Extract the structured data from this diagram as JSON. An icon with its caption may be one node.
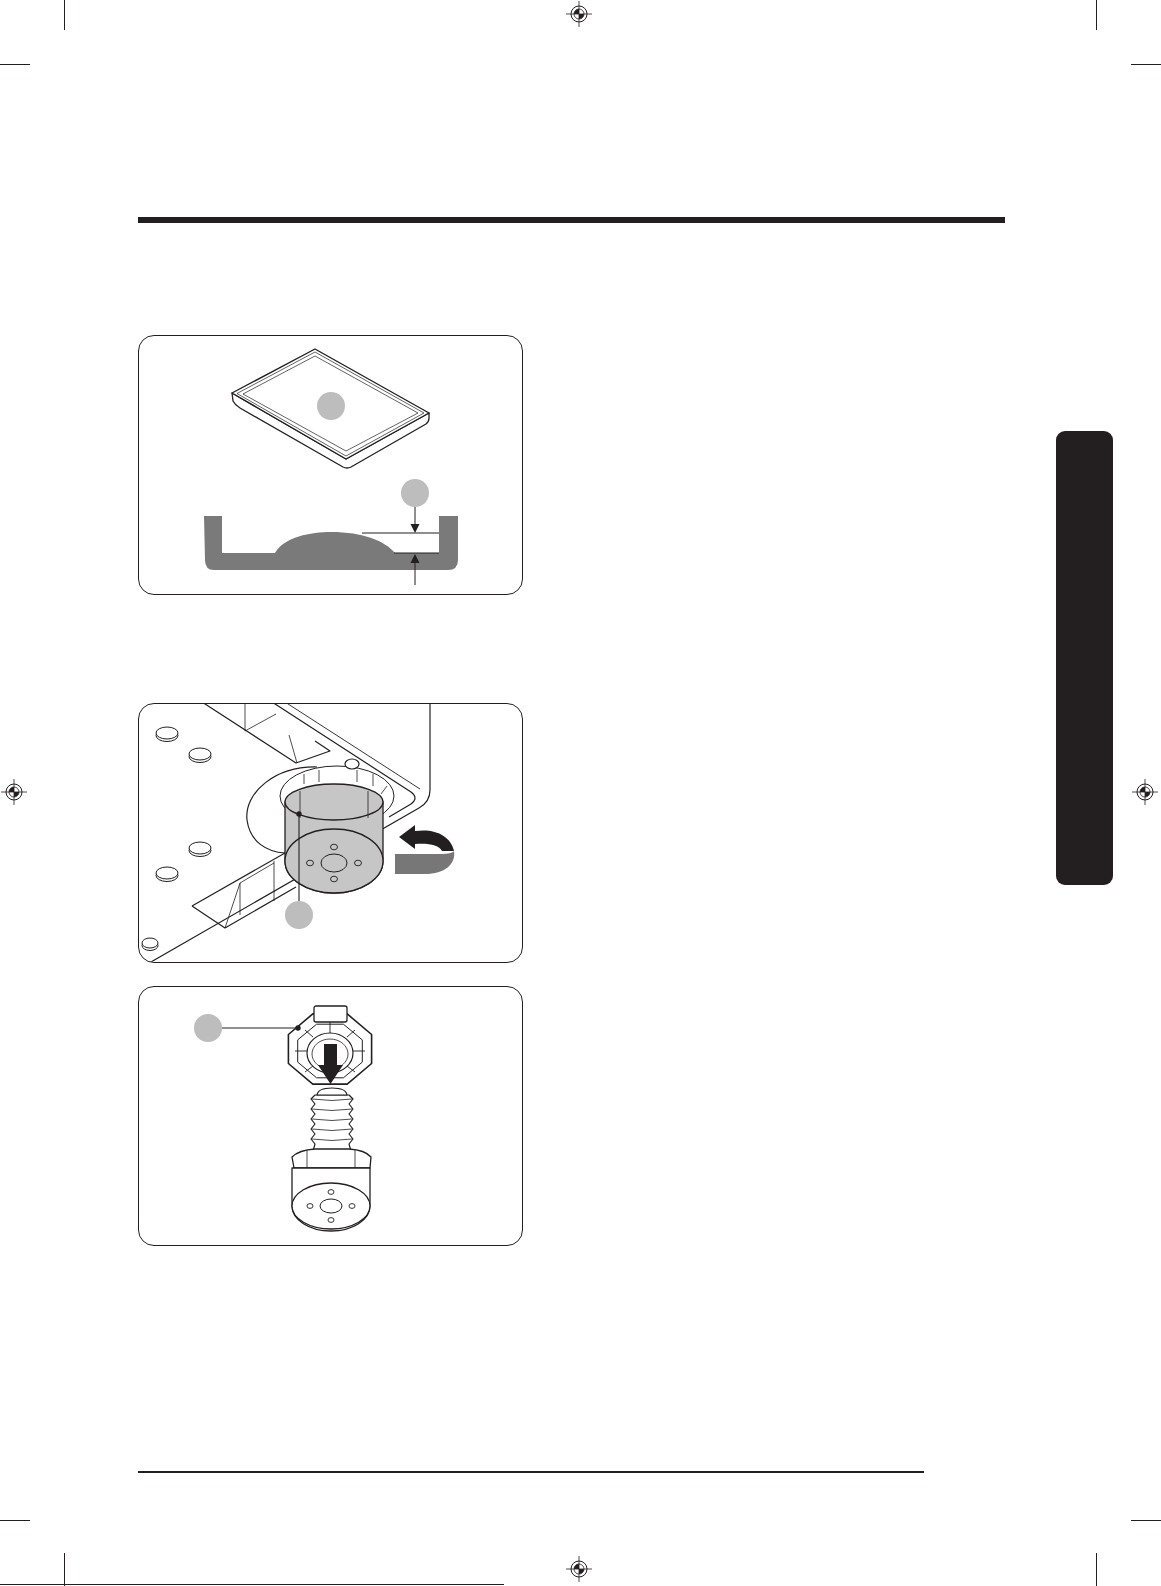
{
  "diagram": {
    "nodes": [
      {
        "text": [],
        "shape": "circle"
      },
      {
        "text": [],
        "shape": "circle"
      },
      {
        "text": [],
        "shape": "picture"
      },
      {
        "text": [],
        "shape": "circle"
      },
      {
        "text": [],
        "shape": "picture"
      },
      {
        "text": [],
        "shape": "circle"
      },
      {
        "text": [],
        "shape": "picture"
      },
      {
        "text": [],
        "shape": "box"
      }
    ],
    "edges": [
      {
        "from": 3,
        "to": 4,
        "arrow": "other"
      },
      {
        "from": 5,
        "to": 6,
        "arrow": "other"
      }
    ]
  }
}
